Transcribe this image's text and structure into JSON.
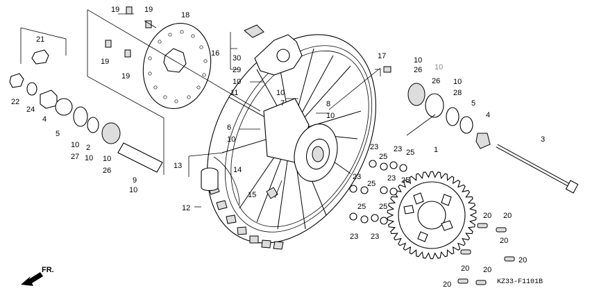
{
  "diagram_code": "KZ33-F1101B",
  "direction_label": "FR.",
  "callouts": [
    "1",
    "2",
    "3",
    "4",
    "4",
    "5",
    "5",
    "6",
    "7",
    "8",
    "9",
    "10",
    "11",
    "12",
    "13",
    "14",
    "15",
    "16",
    "17",
    "18",
    "19",
    "19",
    "19",
    "19",
    "20",
    "20",
    "20",
    "20",
    "20",
    "20",
    "20",
    "21",
    "22",
    "23",
    "23",
    "23",
    "23",
    "23",
    "23",
    "24",
    "25",
    "25",
    "25",
    "25",
    "25",
    "25",
    "26",
    "26",
    "27",
    "28",
    "29",
    "30",
    "10"
  ]
}
